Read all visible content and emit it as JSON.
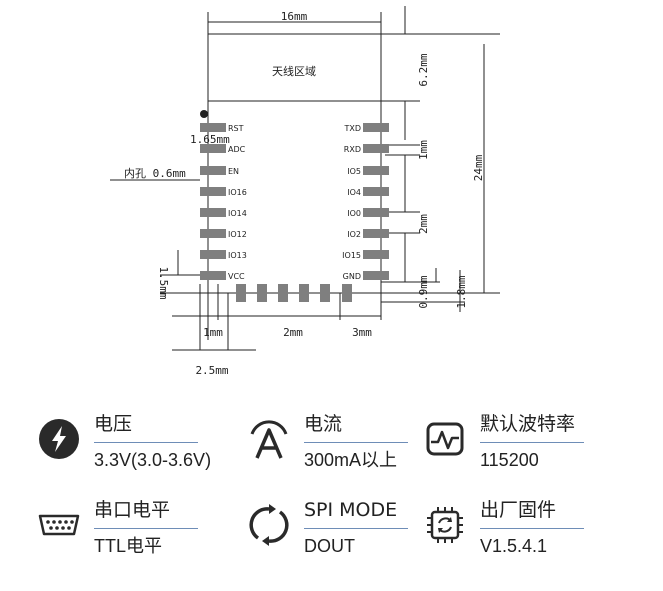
{
  "diagram": {
    "dims": {
      "width_16": "16mm",
      "antenna_62": "6.2mm",
      "total_24": "24mm",
      "pitch_1": "1mm",
      "pitch_2": "2mm",
      "gap_165": "1.65mm",
      "hole": "内孔 0.6mm",
      "v15": "1.5mm",
      "v09": "0.9mm",
      "v18": "1.8mm",
      "bot_1": "1mm",
      "bot_2": "2mm",
      "bot_3": "3mm",
      "bot_25": "2.5mm"
    },
    "antenna_label": "天线区域",
    "left_pins": [
      "RST",
      "ADC",
      "EN",
      "IO16",
      "IO14",
      "IO12",
      "IO13",
      "VCC"
    ],
    "right_pins": [
      "TXD",
      "RXD",
      "IO5",
      "IO4",
      "IO0",
      "IO2",
      "IO15",
      "GND"
    ]
  },
  "specs": [
    {
      "icon": "lightning-icon",
      "label": "电压",
      "value": "3.3V(3.0-3.6V)"
    },
    {
      "icon": "current-a-icon",
      "label": "电流",
      "value": "300mA以上"
    },
    {
      "icon": "baud-rate-icon",
      "label": "默认波特率",
      "value": "115200"
    },
    {
      "icon": "serial-port-icon",
      "label": "串口电平",
      "value": "TTL电平"
    },
    {
      "icon": "spi-mode-icon",
      "label": "SPI MODE",
      "value": "DOUT"
    },
    {
      "icon": "firmware-icon",
      "label": "出厂固件",
      "value": "V1.5.4.1"
    }
  ],
  "colors": {
    "pad": "#7f7f7f",
    "ink": "#222222",
    "underline": "#6e8db7"
  }
}
